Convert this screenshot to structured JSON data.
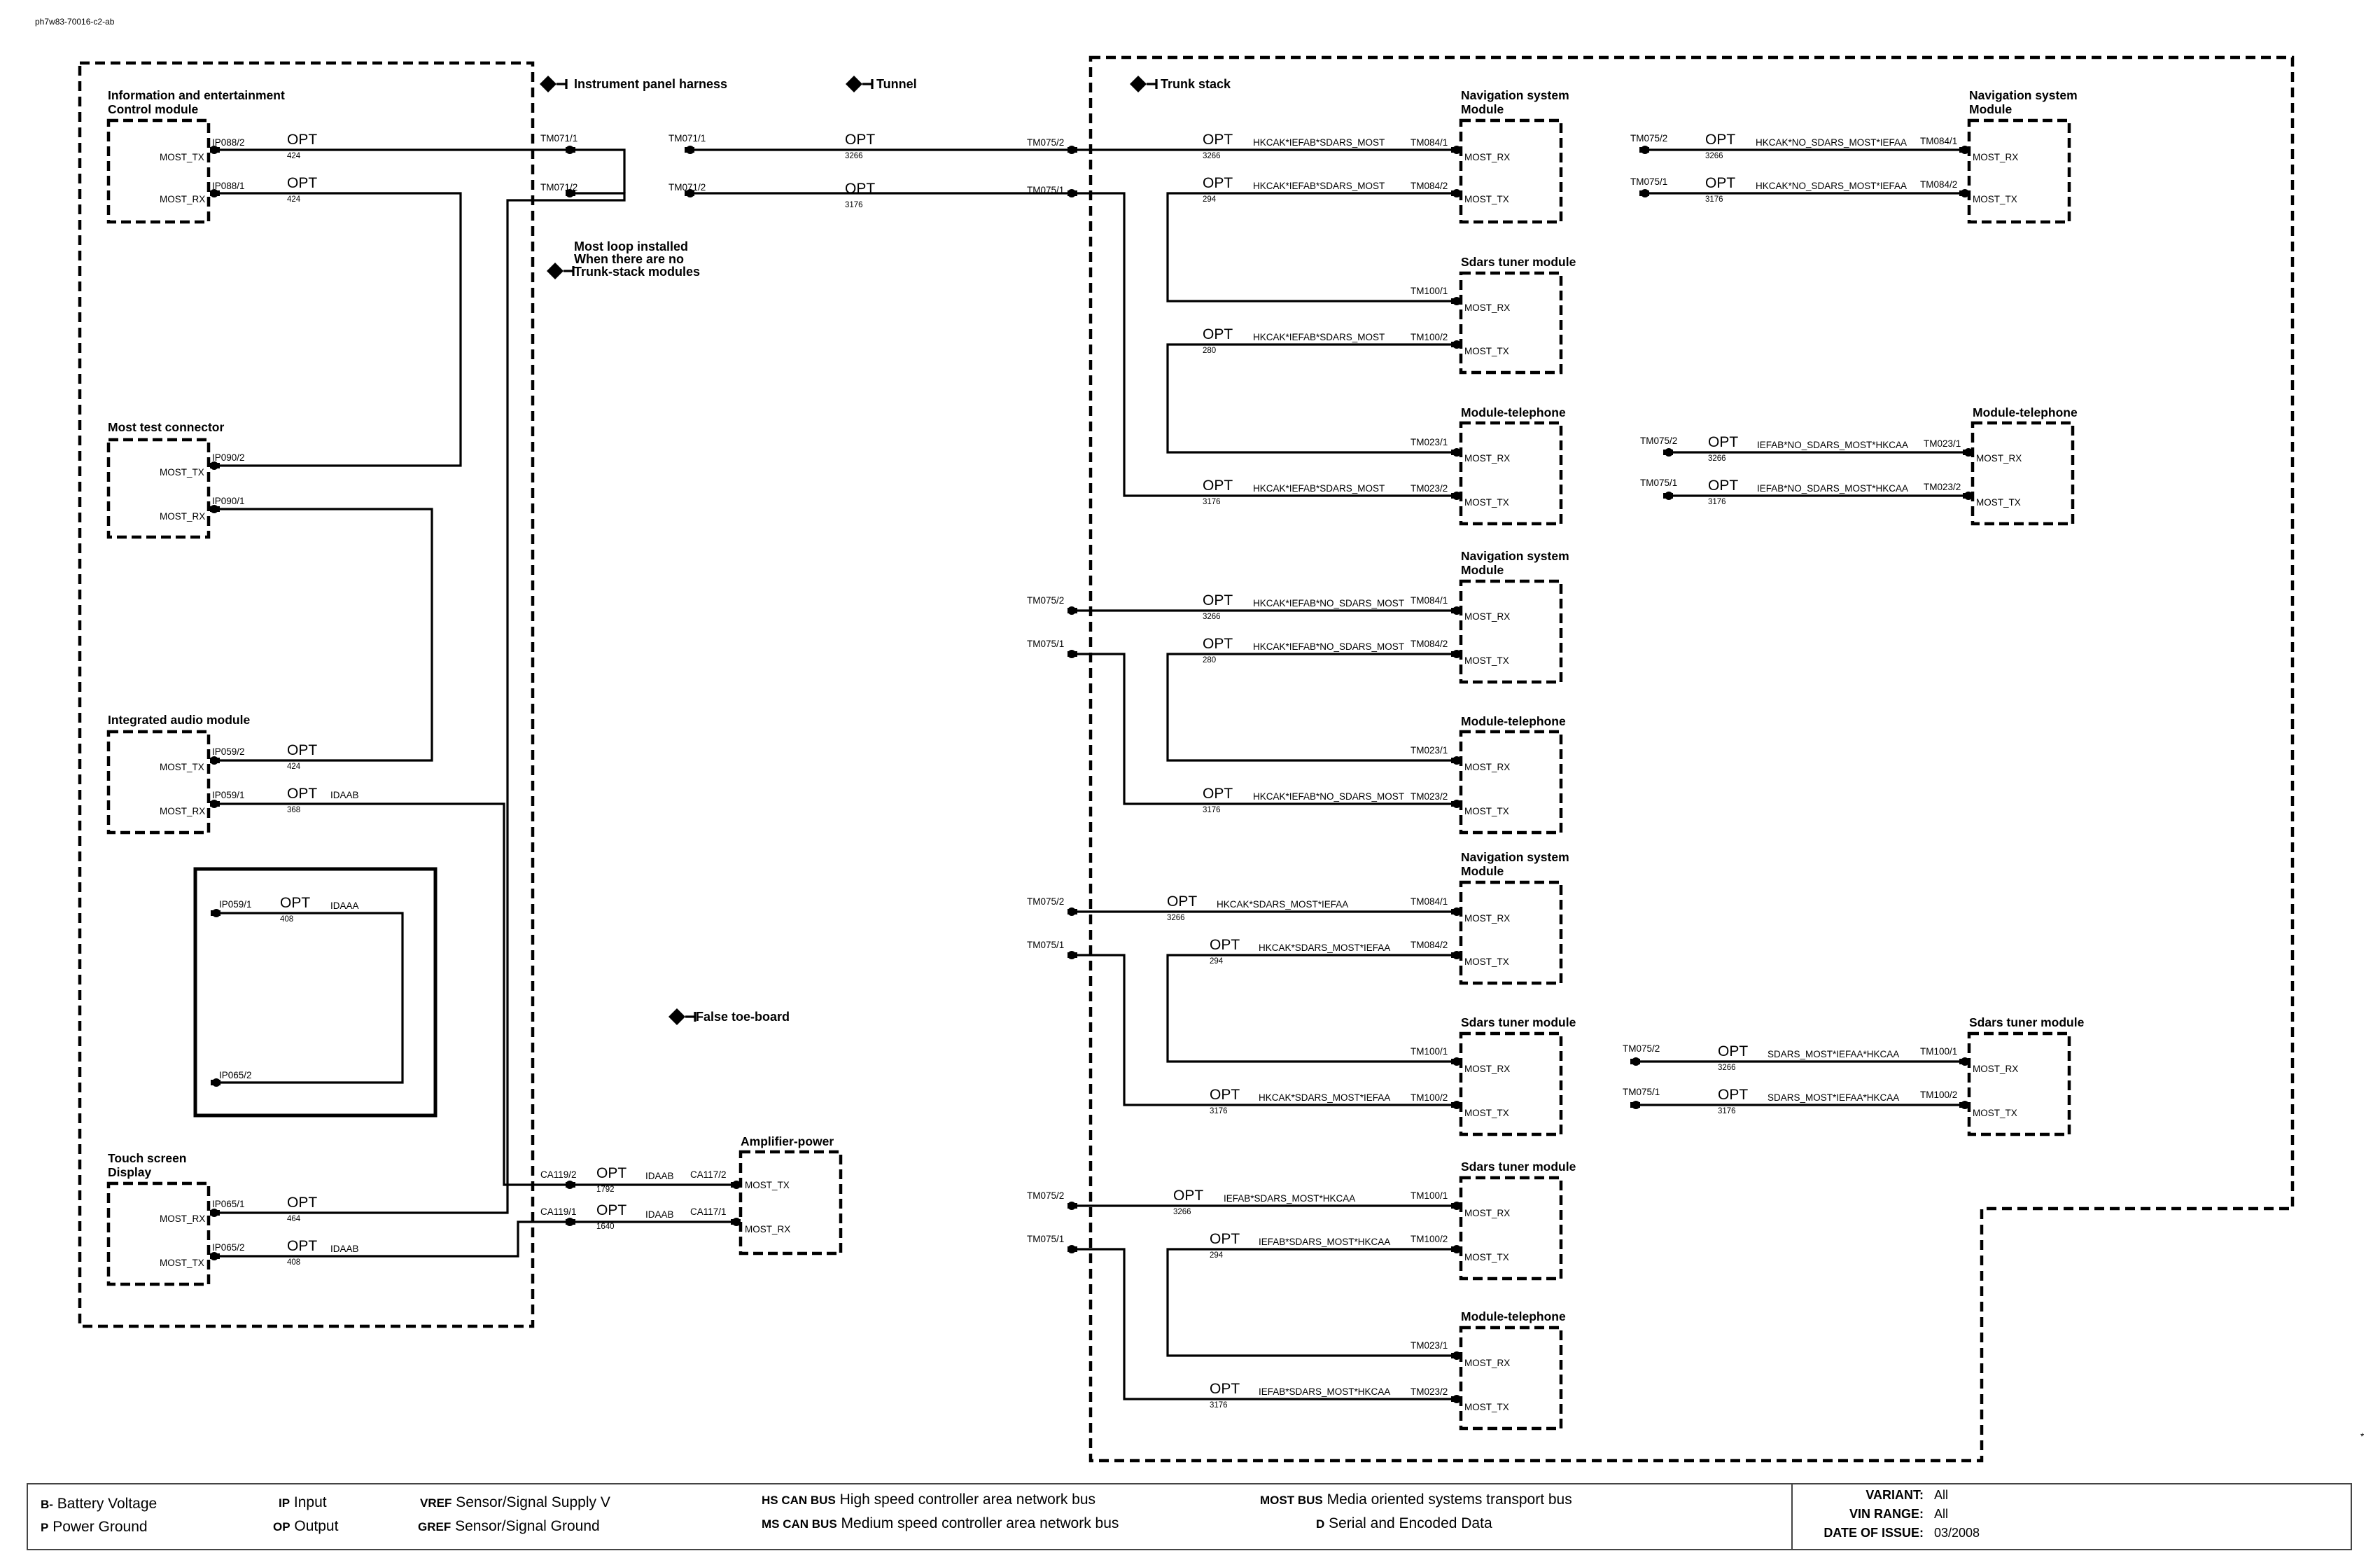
{
  "doc_id": "ph7w83-70016-c2-ab",
  "zones": {
    "instrument_panel": "Instrument panel harness",
    "tunnel": "Tunnel",
    "trunk_stack": "Trunk stack",
    "false_toe_board": "False toe-board",
    "most_loop_note": [
      "Most loop installed",
      "When there are no",
      "Trunk-stack modules"
    ]
  },
  "modules": {
    "info_ent": [
      "Information and entertainment",
      "Control module"
    ],
    "most_test": "Most test connector",
    "audio": "Integrated audio module",
    "touch": [
      "Touch screen",
      "Display"
    ],
    "amp": "Amplifier-power",
    "nav": [
      "Navigation system",
      "Module"
    ],
    "sdars": "Sdars tuner module",
    "tel": "Module-telephone"
  },
  "signals": {
    "tx": "MOST_TX",
    "rx": "MOST_RX",
    "opt": "OPT"
  },
  "pins": {
    "ip088_2": "IP088/2",
    "ip088_1": "IP088/1",
    "ip090_2": "IP090/2",
    "ip090_1": "IP090/1",
    "ip059_2": "IP059/2",
    "ip059_1": "IP059/1",
    "ip065_1": "IP065/1",
    "ip065_2": "IP065/2",
    "tm071_1": "TM071/1",
    "tm071_2": "TM071/2",
    "tm075_2": "TM075/2",
    "tm075_1": "TM075/1",
    "tm084_1": "TM084/1",
    "tm084_2": "TM084/2",
    "tm100_1": "TM100/1",
    "tm100_2": "TM100/2",
    "tm023_1": "TM023/1",
    "tm023_2": "TM023/2",
    "ca119_2": "CA119/2",
    "ca119_1": "CA119/1",
    "ca117_2": "CA117/2",
    "ca117_1": "CA117/1"
  },
  "wire_ids": {
    "w424": "424",
    "w368": "368",
    "w408": "408",
    "w464": "464",
    "w3266": "3266",
    "w3176": "3176",
    "w294": "294",
    "w280": "280",
    "w1792": "1792",
    "w1640": "1640"
  },
  "options": {
    "idaab": "IDAAB",
    "idaaa": "IDAAA",
    "c1": "HKCAK*IEFAB*SDARS_MOST",
    "c2": "HKCAK*IEFAB*NO_SDARS_MOST",
    "c3": "HKCAK*SDARS_MOST*IEFAA",
    "c4": "IEFAB*SDARS_MOST*HKCAA",
    "r1": "HKCAK*NO_SDARS_MOST*IEFAA",
    "r2": "IEFAB*NO_SDARS_MOST*HKCAA",
    "r3": "SDARS_MOST*IEFAA*HKCAA"
  },
  "legend": [
    {
      "code": "B-",
      "text": "Battery Voltage"
    },
    {
      "code": "P",
      "text": "Power Ground"
    },
    {
      "code": "IP",
      "text": "Input"
    },
    {
      "code": "OP",
      "text": "Output"
    },
    {
      "code": "VREF",
      "text": "Sensor/Signal Supply V"
    },
    {
      "code": "GREF",
      "text": "Sensor/Signal Ground"
    },
    {
      "code": "HS CAN BUS",
      "text": "High speed controller area network bus"
    },
    {
      "code": "MS CAN BUS",
      "text": "Medium speed controller area network bus"
    },
    {
      "code": "MOST BUS",
      "text": "Media oriented systems transport bus"
    },
    {
      "code": "D",
      "text": "Serial and Encoded Data"
    }
  ],
  "variant": {
    "variant_label": "VARIANT:",
    "variant_value": "All",
    "vin_label": "VIN RANGE:",
    "vin_value": "All",
    "date_label": "DATE OF ISSUE:",
    "date_value": "03/2008"
  },
  "footnote": "*"
}
